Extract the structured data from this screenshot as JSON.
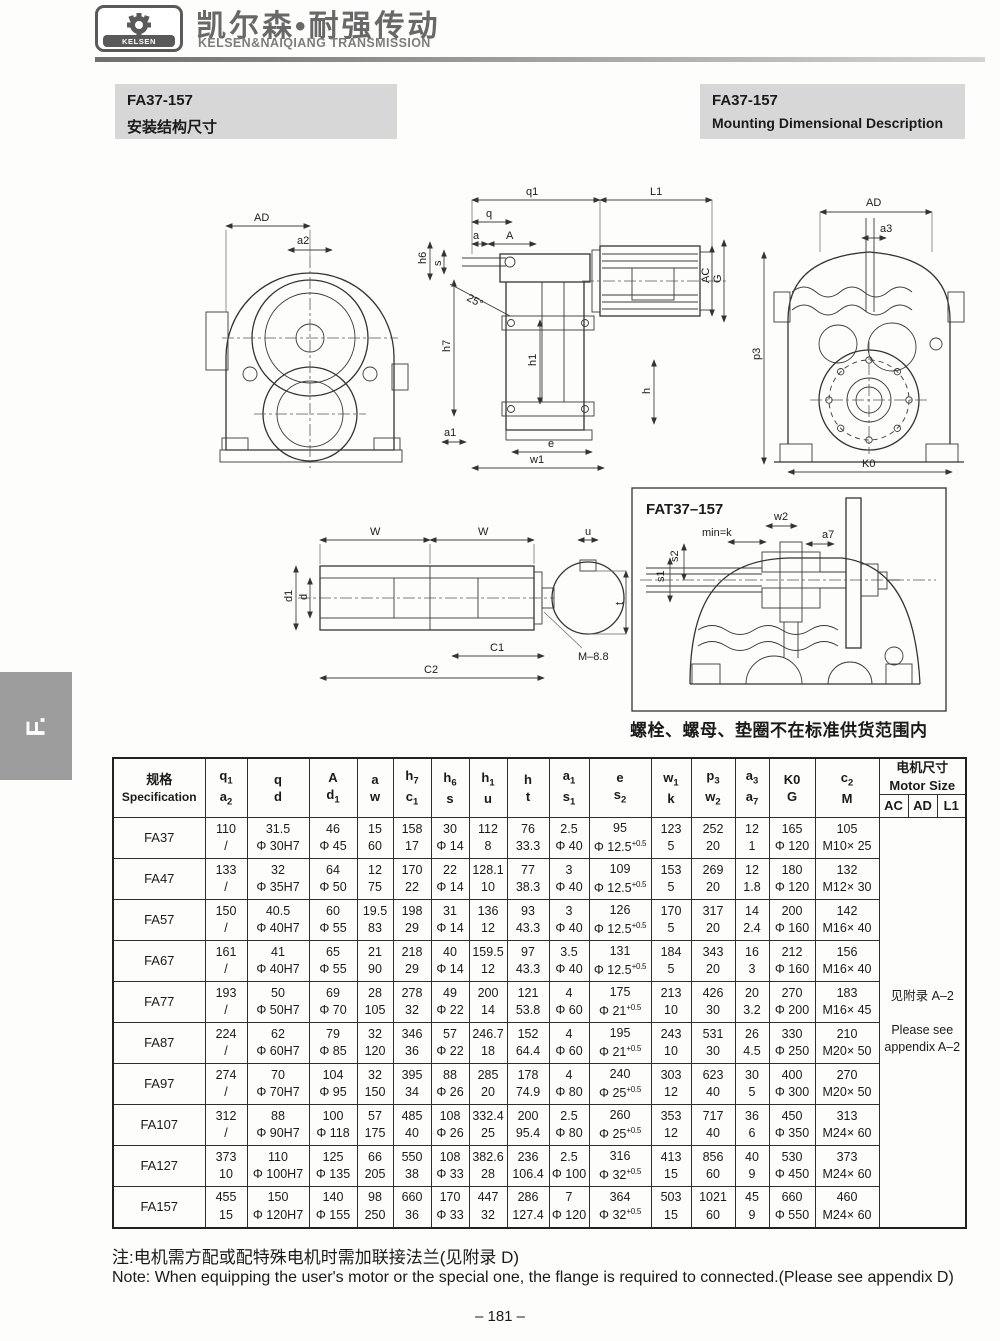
{
  "page": {
    "tab_label": "F.",
    "page_number": "– 181 –"
  },
  "header": {
    "logo_badge": "KELSEN",
    "brand_cn": "凯尔森•耐强传动",
    "brand_en": "KELSEN&NAIQIANG TRANSMISSION"
  },
  "title_left": {
    "model": "FA37-157",
    "subtitle": "安装结构尺寸"
  },
  "title_right": {
    "model": "FA37-157",
    "subtitle": "Mounting Dimensional Description"
  },
  "drawings": {
    "front_view": {
      "labels": {
        "ad": "AD",
        "a2": "a2"
      }
    },
    "side_view": {
      "labels": {
        "q1": "q1",
        "l1": "L1",
        "q": "q",
        "a": "a",
        "A": "A",
        "h6": "h6",
        "s": "s",
        "angle": "25°",
        "h7": "h7",
        "h1": "h1",
        "ac": "AC",
        "g": "G",
        "h": "h",
        "a1": "a1",
        "e": "e",
        "w1": "w1"
      }
    },
    "rear_view": {
      "labels": {
        "ad": "AD",
        "a3": "a3",
        "p3": "p3",
        "k0": "K0"
      }
    },
    "shaft_detail": {
      "labels": {
        "w_left": "W",
        "w_right": "W",
        "d1": "d1",
        "d": "d",
        "c1": "C1",
        "c2": "C2",
        "bolt": "M–8.8",
        "u": "u",
        "t": "t"
      }
    },
    "fat_inset": {
      "title": "FAT37–157",
      "labels": {
        "w2": "w2",
        "min_k": "min=k",
        "a7": "a7",
        "s2": "s2",
        "s1": "s1"
      }
    },
    "supply_note": "螺栓、螺母、垫圈不在标准供货范围内"
  },
  "table": {
    "spec_header": [
      "规格",
      "Specification"
    ],
    "columns": [
      [
        "q_1",
        "a_2"
      ],
      [
        "q",
        "d"
      ],
      [
        "A",
        "d_1"
      ],
      [
        "a",
        "w"
      ],
      [
        "h_7",
        "c_1"
      ],
      [
        "h_6",
        "s"
      ],
      [
        "h_1",
        "u"
      ],
      [
        "h",
        "t"
      ],
      [
        "a_1",
        "s_1"
      ],
      [
        "e",
        "s_2"
      ],
      [
        "w_1",
        "k"
      ],
      [
        "p_3",
        "w_2"
      ],
      [
        "a_3",
        "a_7"
      ],
      [
        "K0",
        "G"
      ],
      [
        "c_2",
        "M"
      ]
    ],
    "motor_size": {
      "title_cn": "电机尺寸",
      "title_en": "Motor Size",
      "sub_columns": [
        "AC",
        "AD",
        "L1"
      ],
      "note_cn": "见附录 A–2",
      "note_en": "Please see appendix A–2"
    },
    "rows": [
      {
        "spec": "FA37",
        "cells": [
          [
            "110",
            "/"
          ],
          [
            "31.5",
            "Φ 30H7"
          ],
          [
            "46",
            "Φ 45"
          ],
          [
            "15",
            "60"
          ],
          [
            "158",
            "17"
          ],
          [
            "30",
            "Φ 14"
          ],
          [
            "112",
            "8"
          ],
          [
            "76",
            "33.3"
          ],
          [
            "2.5",
            "Φ 40"
          ],
          [
            "95",
            "Φ 12.5^+0.5"
          ],
          [
            "123",
            "5"
          ],
          [
            "252",
            "20"
          ],
          [
            "12",
            "1"
          ],
          [
            "165",
            "Φ 120"
          ],
          [
            "105",
            "M10× 25"
          ]
        ]
      },
      {
        "spec": "FA47",
        "cells": [
          [
            "133",
            "/"
          ],
          [
            "32",
            "Φ 35H7"
          ],
          [
            "64",
            "Φ 50"
          ],
          [
            "12",
            "75"
          ],
          [
            "170",
            "22"
          ],
          [
            "22",
            "Φ 14"
          ],
          [
            "128.1",
            "10"
          ],
          [
            "77",
            "38.3"
          ],
          [
            "3",
            "Φ 40"
          ],
          [
            "109",
            "Φ 12.5^+0.5"
          ],
          [
            "153",
            "5"
          ],
          [
            "269",
            "20"
          ],
          [
            "12",
            "1.8"
          ],
          [
            "180",
            "Φ 120"
          ],
          [
            "132",
            "M12× 30"
          ]
        ]
      },
      {
        "spec": "FA57",
        "cells": [
          [
            "150",
            "/"
          ],
          [
            "40.5",
            "Φ 40H7"
          ],
          [
            "60",
            "Φ 55"
          ],
          [
            "19.5",
            "83"
          ],
          [
            "198",
            "29"
          ],
          [
            "31",
            "Φ 14"
          ],
          [
            "136",
            "12"
          ],
          [
            "93",
            "43.3"
          ],
          [
            "3",
            "Φ 40"
          ],
          [
            "126",
            "Φ 12.5^+0.5"
          ],
          [
            "170",
            "5"
          ],
          [
            "317",
            "20"
          ],
          [
            "14",
            "2.4"
          ],
          [
            "200",
            "Φ 160"
          ],
          [
            "142",
            "M16× 40"
          ]
        ]
      },
      {
        "spec": "FA67",
        "cells": [
          [
            "161",
            "/"
          ],
          [
            "41",
            "Φ 40H7"
          ],
          [
            "65",
            "Φ 55"
          ],
          [
            "21",
            "90"
          ],
          [
            "218",
            "29"
          ],
          [
            "40",
            "Φ 14"
          ],
          [
            "159.5",
            "12"
          ],
          [
            "97",
            "43.3"
          ],
          [
            "3.5",
            "Φ 40"
          ],
          [
            "131",
            "Φ 12.5^+0.5"
          ],
          [
            "184",
            "5"
          ],
          [
            "343",
            "20"
          ],
          [
            "16",
            "3"
          ],
          [
            "212",
            "Φ 160"
          ],
          [
            "156",
            "M16× 40"
          ]
        ]
      },
      {
        "spec": "FA77",
        "cells": [
          [
            "193",
            "/"
          ],
          [
            "50",
            "Φ 50H7"
          ],
          [
            "69",
            "Φ 70"
          ],
          [
            "28",
            "105"
          ],
          [
            "278",
            "32"
          ],
          [
            "49",
            "Φ 22"
          ],
          [
            "200",
            "14"
          ],
          [
            "121",
            "53.8"
          ],
          [
            "4",
            "Φ 60"
          ],
          [
            "175",
            "Φ 21^+0.5"
          ],
          [
            "213",
            "10"
          ],
          [
            "426",
            "30"
          ],
          [
            "20",
            "3.2"
          ],
          [
            "270",
            "Φ 200"
          ],
          [
            "183",
            "M16× 45"
          ]
        ]
      },
      {
        "spec": "FA87",
        "cells": [
          [
            "224",
            "/"
          ],
          [
            "62",
            "Φ 60H7"
          ],
          [
            "79",
            "Φ 85"
          ],
          [
            "32",
            "120"
          ],
          [
            "346",
            "36"
          ],
          [
            "57",
            "Φ 22"
          ],
          [
            "246.7",
            "18"
          ],
          [
            "152",
            "64.4"
          ],
          [
            "4",
            "Φ 60"
          ],
          [
            "195",
            "Φ 21^+0.5"
          ],
          [
            "243",
            "10"
          ],
          [
            "531",
            "30"
          ],
          [
            "26",
            "4.5"
          ],
          [
            "330",
            "Φ 250"
          ],
          [
            "210",
            "M20× 50"
          ]
        ]
      },
      {
        "spec": "FA97",
        "cells": [
          [
            "274",
            "/"
          ],
          [
            "70",
            "Φ 70H7"
          ],
          [
            "104",
            "Φ 95"
          ],
          [
            "32",
            "150"
          ],
          [
            "395",
            "34"
          ],
          [
            "88",
            "Φ 26"
          ],
          [
            "285",
            "20"
          ],
          [
            "178",
            "74.9"
          ],
          [
            "4",
            "Φ 80"
          ],
          [
            "240",
            "Φ 25^+0.5"
          ],
          [
            "303",
            "12"
          ],
          [
            "623",
            "40"
          ],
          [
            "30",
            "5"
          ],
          [
            "400",
            "Φ 300"
          ],
          [
            "270",
            "M20× 50"
          ]
        ]
      },
      {
        "spec": "FA107",
        "cells": [
          [
            "312",
            "/"
          ],
          [
            "88",
            "Φ 90H7"
          ],
          [
            "100",
            "Φ 118"
          ],
          [
            "57",
            "175"
          ],
          [
            "485",
            "40"
          ],
          [
            "108",
            "Φ 26"
          ],
          [
            "332.4",
            "25"
          ],
          [
            "200",
            "95.4"
          ],
          [
            "2.5",
            "Φ 80"
          ],
          [
            "260",
            "Φ 25^+0.5"
          ],
          [
            "353",
            "12"
          ],
          [
            "717",
            "40"
          ],
          [
            "36",
            "6"
          ],
          [
            "450",
            "Φ 350"
          ],
          [
            "313",
            "M24× 60"
          ]
        ]
      },
      {
        "spec": "FA127",
        "cells": [
          [
            "373",
            "10"
          ],
          [
            "110",
            "Φ 100H7"
          ],
          [
            "125",
            "Φ 135"
          ],
          [
            "66",
            "205"
          ],
          [
            "550",
            "38"
          ],
          [
            "108",
            "Φ 33"
          ],
          [
            "382.6",
            "28"
          ],
          [
            "236",
            "106.4"
          ],
          [
            "2.5",
            "Φ 100"
          ],
          [
            "316",
            "Φ 32^+0.5"
          ],
          [
            "413",
            "15"
          ],
          [
            "856",
            "60"
          ],
          [
            "40",
            "9"
          ],
          [
            "530",
            "Φ 450"
          ],
          [
            "373",
            "M24× 60"
          ]
        ]
      },
      {
        "spec": "FA157",
        "cells": [
          [
            "455",
            "15"
          ],
          [
            "150",
            "Φ 120H7"
          ],
          [
            "140",
            "Φ 155"
          ],
          [
            "98",
            "250"
          ],
          [
            "660",
            "36"
          ],
          [
            "170",
            "Φ 33"
          ],
          [
            "447",
            "32"
          ],
          [
            "286",
            "127.4"
          ],
          [
            "7",
            "Φ 120"
          ],
          [
            "364",
            "Φ 32^+0.5"
          ],
          [
            "503",
            "15"
          ],
          [
            "1021",
            "60"
          ],
          [
            "45",
            "9"
          ],
          [
            "660",
            "Φ 550"
          ],
          [
            "460",
            "M24× 60"
          ]
        ]
      }
    ]
  },
  "notes": {
    "cn": "注:电机需方配或配特殊电机时需加联接法兰(见附录 D)",
    "en": "Note: When equipping the user's motor or the special one, the flange is required to connected.(Please see appendix D)"
  }
}
